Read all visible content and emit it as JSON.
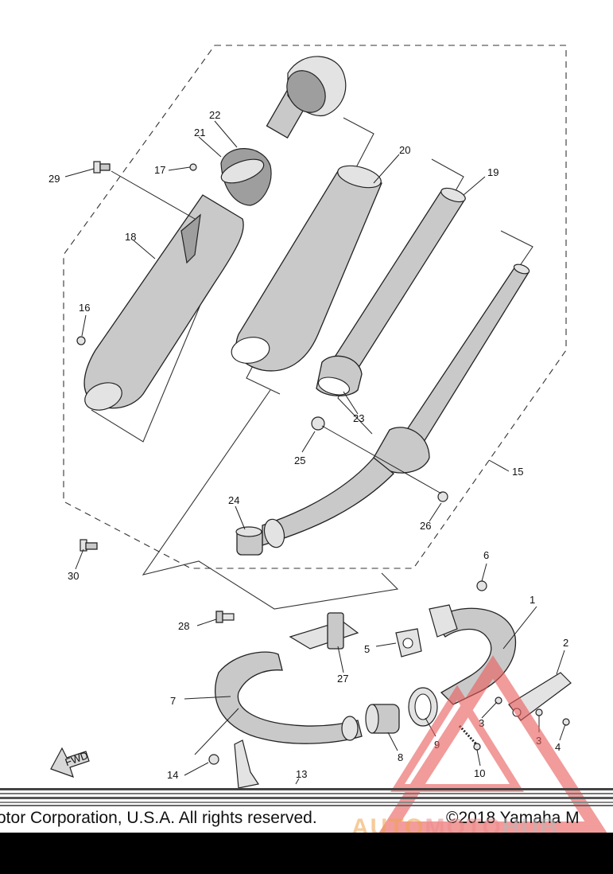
{
  "diagram": {
    "callouts": [
      {
        "id": "c1",
        "text": "1"
      },
      {
        "id": "c2",
        "text": "2"
      },
      {
        "id": "c3a",
        "text": "3"
      },
      {
        "id": "c3b",
        "text": "3"
      },
      {
        "id": "c4",
        "text": "4"
      },
      {
        "id": "c5",
        "text": "5"
      },
      {
        "id": "c6",
        "text": "6"
      },
      {
        "id": "c7",
        "text": "7"
      },
      {
        "id": "c8",
        "text": "8"
      },
      {
        "id": "c9",
        "text": "9"
      },
      {
        "id": "c10",
        "text": "10"
      },
      {
        "id": "c13",
        "text": "13"
      },
      {
        "id": "c14",
        "text": "14"
      },
      {
        "id": "c15",
        "text": "15"
      },
      {
        "id": "c16",
        "text": "16"
      },
      {
        "id": "c17",
        "text": "17"
      },
      {
        "id": "c18",
        "text": "18"
      },
      {
        "id": "c19",
        "text": "19"
      },
      {
        "id": "c20",
        "text": "20"
      },
      {
        "id": "c21",
        "text": "21"
      },
      {
        "id": "c22",
        "text": "22"
      },
      {
        "id": "c23",
        "text": "23"
      },
      {
        "id": "c24",
        "text": "24"
      },
      {
        "id": "c25",
        "text": "25"
      },
      {
        "id": "c26",
        "text": "26"
      },
      {
        "id": "c27",
        "text": "27"
      },
      {
        "id": "c28",
        "text": "28"
      },
      {
        "id": "c29",
        "text": "29"
      },
      {
        "id": "c30",
        "text": "30"
      }
    ],
    "fwd_label": "FWD"
  },
  "footer": {
    "copyright_left": "otor Corporation, U.S.A. All rights reserved.",
    "copyright_right": "©2018 Yamaha M"
  },
  "watermark": {
    "part1": "AUTO",
    "part2": "MOTO",
    "part3": "HUB",
    "colors": {
      "orange": "#f0a24a",
      "red": "#ef8a8a",
      "grey": "#b9b9b9"
    }
  }
}
